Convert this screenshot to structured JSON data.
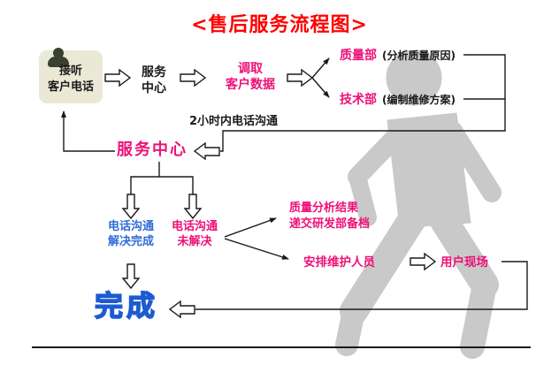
{
  "title": "<售后服务流程图>",
  "colors": {
    "title": "#ff0000",
    "magenta": "#ee1077",
    "blue": "#2f6bd8",
    "complete_fill": "#5aa0f8",
    "line_black": "#1a1a1a",
    "box_beige": "#eae9d6",
    "silhouette_gray": "#c9c9c9"
  },
  "nodes": {
    "answer_call": "接听\n客户电话",
    "service_center_1": "服务\n中心",
    "retrieve_data": "调取\n客户数据",
    "quality_dept": "质量部",
    "quality_note": "(分析质量原因)",
    "tech_dept": "技术部",
    "tech_note": "(编制维修方案)",
    "two_hour_note": "2小时内电话沟通",
    "service_center_2": "服务中心",
    "resolved": "电话沟通\n解决完成",
    "unresolved": "电话沟通\n未解决",
    "quality_result": "质量分析结果\n递交研发部备档",
    "arrange_staff": "安排维护人员",
    "user_site": "用户现场",
    "complete": "完成"
  },
  "icons": {
    "agent_icon": "agent-silhouette",
    "background_figure": "walking-person-silhouette"
  }
}
